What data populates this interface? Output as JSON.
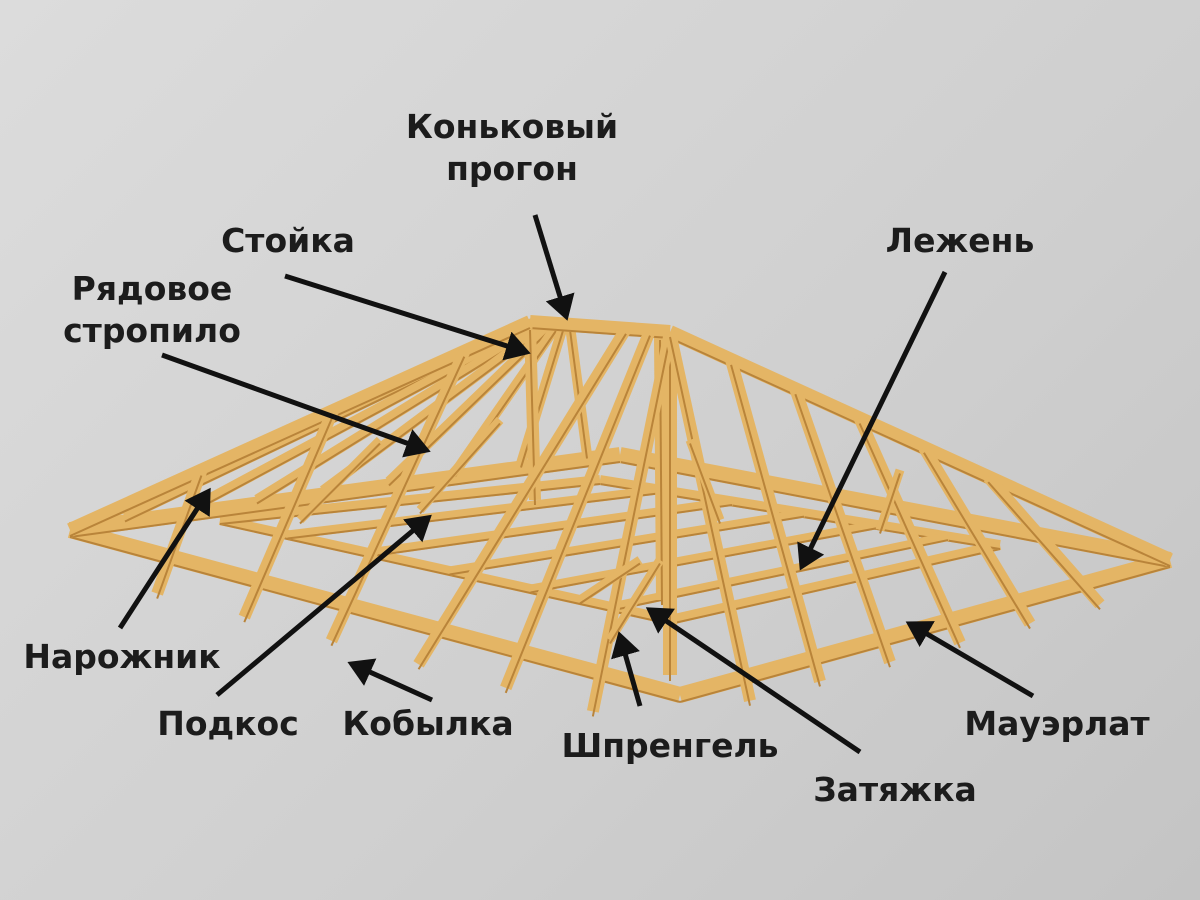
{
  "colors": {
    "wood": "#e4b565",
    "wood_dark": "#b9843a",
    "arrow": "#111111",
    "text": "#1c1c1c"
  },
  "labels": {
    "ridge_purlin": [
      "Коньковый",
      "прогон"
    ],
    "post": "Стойка",
    "common_rafter": [
      "Рядовое",
      "стропило"
    ],
    "sill_beam": "Лежень",
    "hip_rafter": "Нарожник",
    "strut": "Подкос",
    "jack_rafter": "Кобылка",
    "truss": "Шпренгель",
    "tie_beam": "Затяжка",
    "wall_plate": "Мауэрлат"
  }
}
